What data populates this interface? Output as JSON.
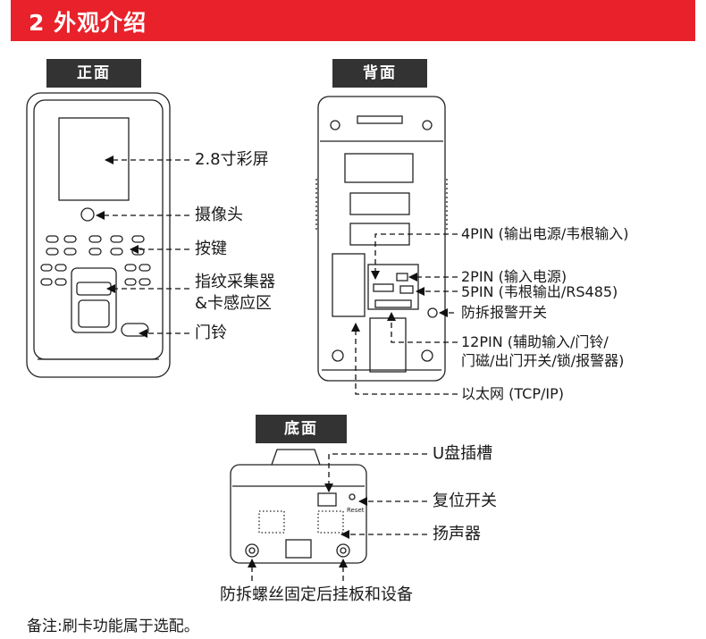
{
  "section_title": "2 外观介绍",
  "tags": {
    "front": "正面",
    "back": "背面",
    "bottom": "底面"
  },
  "front_labels": {
    "screen": "2.8寸彩屏",
    "camera": "摄像头",
    "keys": "按键",
    "fingerprint_line1": "指纹采集器",
    "fingerprint_line2": "&卡感应区",
    "doorbell": "门铃"
  },
  "back_labels": {
    "pin4": "4PIN (输出电源/韦根输入)",
    "pin2": "2PIN (输入电源)",
    "pin5": "5PIN (韦根输出/RS485)",
    "tamper": "防拆报警开关",
    "pin12_line1": "12PIN (辅助输入/门铃/",
    "pin12_line2": "门磁/出门开关/锁/报警器)",
    "ethernet": "以太网 (TCP/IP)"
  },
  "bottom_labels": {
    "usb": "U盘插槽",
    "reset": "复位开关",
    "speaker": "扬声器",
    "screws": "防拆螺丝固定后挂板和设备",
    "reset_print": "Reset"
  },
  "footnote": "备注:刷卡功能属于选配。"
}
